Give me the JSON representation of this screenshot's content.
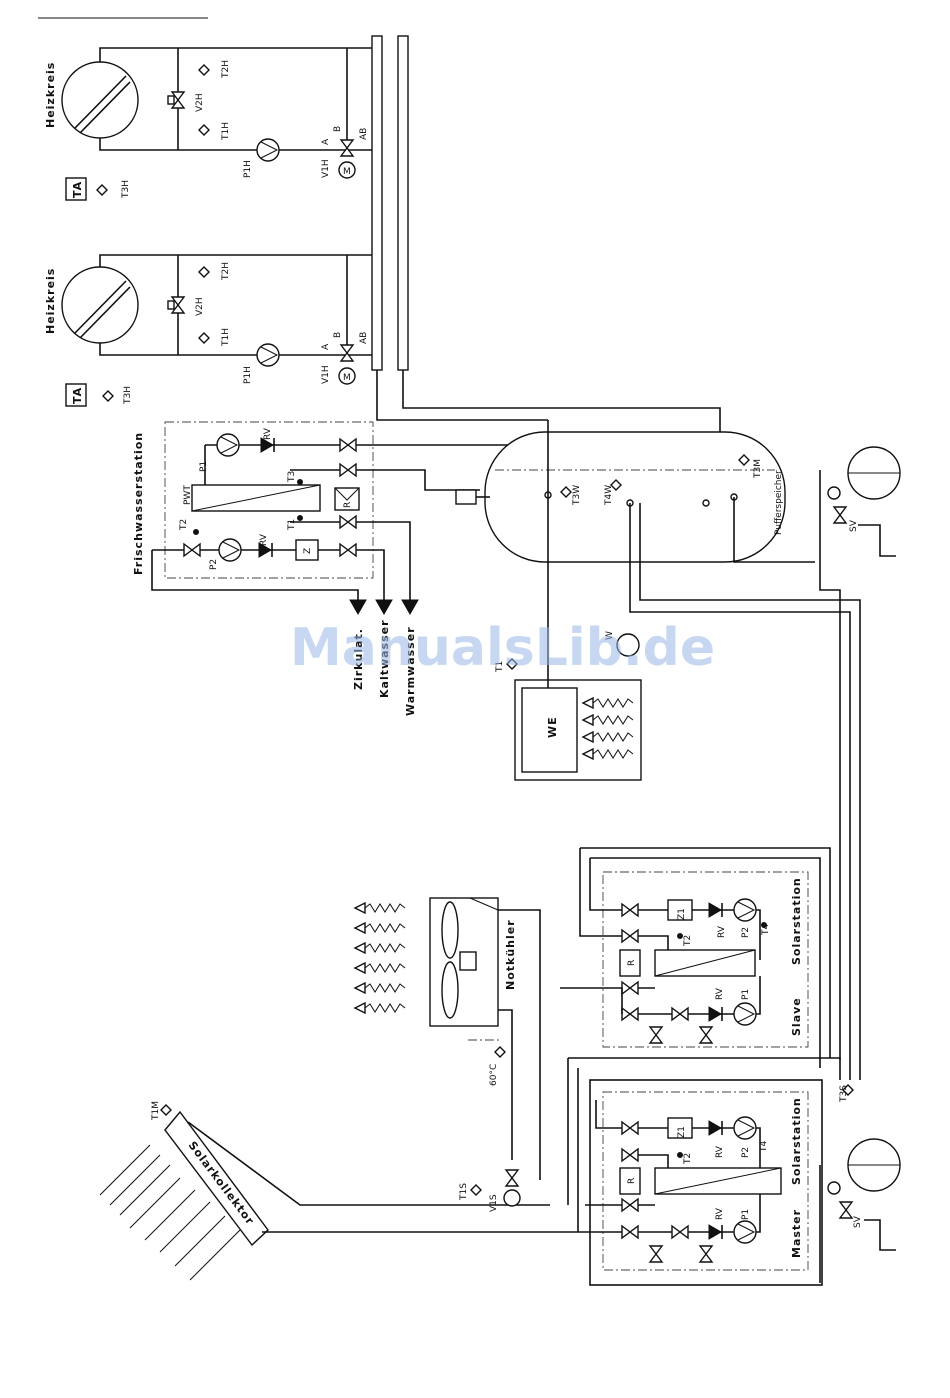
{
  "title_line": "",
  "heating": {
    "circuit_label": "Heizkreis",
    "circuit2_label": "Heizkreis",
    "t2h": "T2H",
    "v2h": "V2H",
    "t1h": "T1H",
    "p1h": "P1H",
    "v1h": "V1H",
    "ta": "TA",
    "t3h": "T3H",
    "port_a": "A",
    "port_b": "B",
    "port_ab": "AB"
  },
  "fresh_water": {
    "station_label": "Frischwasserstation",
    "p1": "P1",
    "p2": "P2",
    "rv": "RV",
    "pwt": "PWT",
    "t1": "T1",
    "t2": "T2",
    "t3": "T3",
    "z": "Z",
    "r": "R",
    "circulation": "Zirkulat.",
    "cold_water": "Kaltwasser",
    "warm_water": "Warmwasser"
  },
  "buffer": {
    "label": "Pufferspeicher",
    "t3w": "T3W",
    "t4w": "T4W",
    "t3m": "T3M",
    "t1": "T1"
  },
  "boiler": {
    "we": "WE",
    "w": "W"
  },
  "cooler": {
    "label": "Notkühler",
    "temp": "60°C"
  },
  "collector": {
    "label": "Solarkollektor",
    "t1m": "T1M",
    "t1s": "T1S",
    "v1s": "V1S"
  },
  "solar_slave": {
    "station": "Solarstation",
    "role": "Slave",
    "z1": "Z1",
    "t2": "T2",
    "t4": "T4",
    "p1": "P1",
    "p2": "P2",
    "rv": "RV",
    "r": "R"
  },
  "solar_master": {
    "station": "Solarstation",
    "role": "Master",
    "z1": "Z1",
    "t2": "T2",
    "t4": "T4",
    "p1": "P1",
    "p2": "P2",
    "rv": "RV",
    "r": "R"
  },
  "expansion": {
    "sv": "SV",
    "t3s": "T3S"
  },
  "watermark": "ManualsLib.de"
}
